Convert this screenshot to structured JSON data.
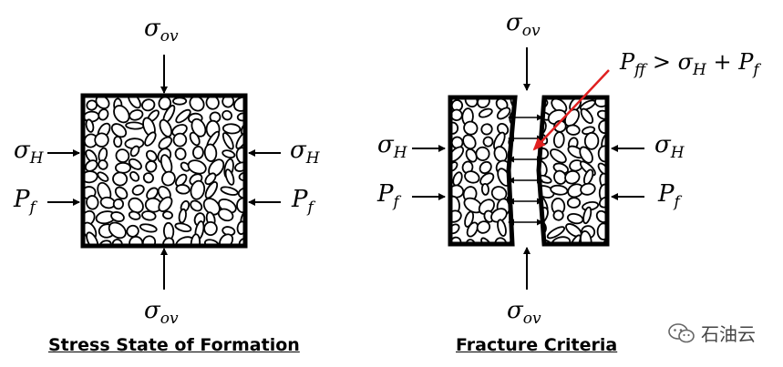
{
  "left_panel": {
    "top_label": {
      "sym": "σ",
      "sub": "ov"
    },
    "left_labels": [
      {
        "sym": "σ",
        "sub": "H"
      },
      {
        "sym": "P",
        "sub": "f"
      }
    ],
    "right_labels": [
      {
        "sym": "σ",
        "sub": "H"
      },
      {
        "sym": "P",
        "sub": "f"
      }
    ],
    "bottom_label": {
      "sym": "σ",
      "sub": "ov"
    },
    "caption": "Stress State of Formation"
  },
  "right_panel": {
    "top_label": {
      "sym": "σ",
      "sub": "ov"
    },
    "left_labels": [
      {
        "sym": "σ",
        "sub": "H"
      },
      {
        "sym": "P",
        "sub": "f"
      }
    ],
    "right_labels": [
      {
        "sym": "σ",
        "sub": "H"
      },
      {
        "sym": "P",
        "sub": "f"
      }
    ],
    "bottom_label": {
      "sym": "σ",
      "sub": "ov"
    },
    "criteria": {
      "lhs": "P",
      "lhs_sub": "ff",
      "op": ">",
      "rhs1": "σ",
      "rhs1_sub": "H",
      "plus": "+",
      "rhs2": "P",
      "rhs2_sub": "f"
    },
    "caption": "Fracture Criteria",
    "annotation_arrow_color": "#e02020"
  },
  "watermark": {
    "icon": "wechat-icon",
    "text": "石油云"
  }
}
